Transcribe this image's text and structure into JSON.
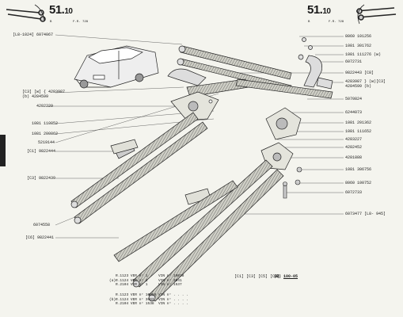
{
  "header": {
    "page_left": "51.",
    "page_left_sub": "10",
    "page_right": "51.",
    "page_right_sub": "10",
    "left_code": "B",
    "left_ref": "F.R. 728",
    "right_code": "B",
    "right_ref": "F.R. 728"
  },
  "left_labels": [
    "[L8-1024] 6074067",
    "[C3] [w] { 4283987",
    "(b)    4284599",
    "4282229",
    "1081 110852",
    "1081 200862",
    "5219144",
    "[C1] 9822444",
    "[C3] 9822439",
    "6074558",
    "[C6] 9822441"
  ],
  "right_labels": [
    "8060 101256",
    "1081 301762",
    "1081 111276 (w)",
    "6072731",
    "9822443 [C8]",
    "4283987 } (w)[C3]",
    "4284599   (b)",
    "5070824",
    "6244073",
    "1081 201362",
    "1081 111652",
    "4283227",
    "4282452",
    "4281888",
    "1081 306756",
    "8060 100752",
    "6072733",
    "6073477 [L8- 945]"
  ],
  "footer_right": {
    "codes": "[C1] [C3] [C5] [C8]",
    "symbol": "(B)",
    "value": "100-05"
  },
  "notes": {
    "a_tag": "(a)",
    "b_tag": "(b)",
    "a_lines": [
      "R.1123 VER n° 1",
      "R.1124 VER n° 1",
      "R.2104 VER n° 1"
    ],
    "a_vin": [
      "VIN n° 10038",
      "VIN n° 3041",
      "VIN n° 1537"
    ],
    "b_lines": [
      "R.1123 VER n° 10059",
      "R.1124 VER n° 3063",
      "R.2104 VER n° 1538"
    ],
    "b_vin": [
      "VIN n° . . . .",
      "VIN n° . . . .",
      "VIN n° . . . ."
    ]
  },
  "colors": {
    "paper": "#f4f4ee",
    "ink": "#1a1a1a",
    "part_fill": "#d9d9d0"
  }
}
